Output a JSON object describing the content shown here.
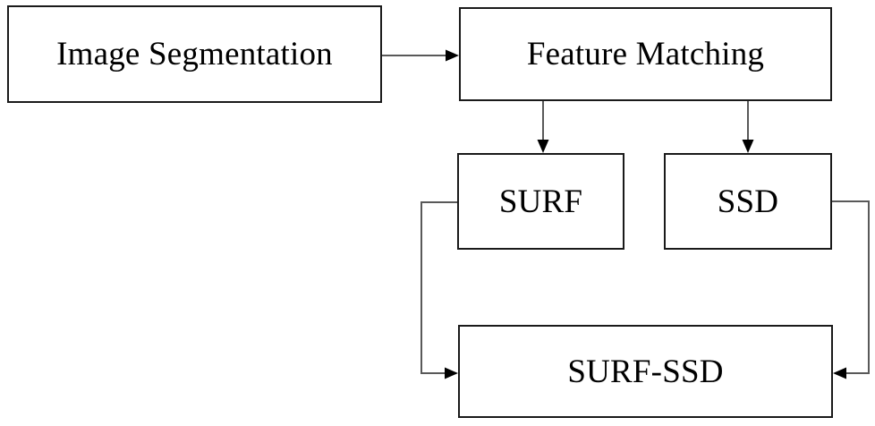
{
  "diagram": {
    "type": "flowchart",
    "background_color": "#ffffff",
    "box_border_color": "#1a1a1a",
    "connector_color": "#595959",
    "arrowhead_color": "#000000",
    "text_color": "#000000",
    "nodes": {
      "image_segmentation": {
        "label": "Image Segmentation"
      },
      "feature_matching": {
        "label": "Feature Matching"
      },
      "surf": {
        "label": "SURF"
      },
      "ssd": {
        "label": "SSD"
      },
      "surf_ssd": {
        "label": "SURF-SSD"
      }
    },
    "edges": [
      {
        "from": "Image Segmentation",
        "to": "Feature Matching",
        "direction": "right"
      },
      {
        "from": "Feature Matching",
        "to": "SURF",
        "direction": "down"
      },
      {
        "from": "Feature Matching",
        "to": "SSD",
        "direction": "down"
      },
      {
        "from": "SURF",
        "to": "SURF-SSD",
        "direction": "left-around-down"
      },
      {
        "from": "SSD",
        "to": "SURF-SSD",
        "direction": "right-around-down"
      }
    ]
  }
}
